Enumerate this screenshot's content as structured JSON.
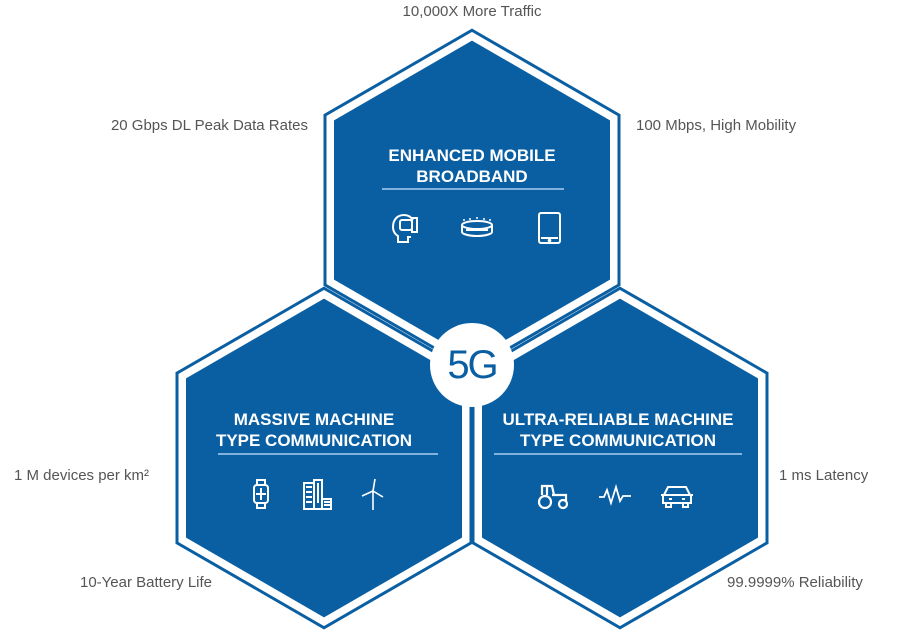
{
  "colors": {
    "brand": "#0a5fa3",
    "accent_line": "#7fb2dc",
    "label_text": "#555555"
  },
  "center_label": "5G",
  "hexagons": [
    {
      "title_line1": "ENHANCED MOBILE",
      "title_line2": "BROADBAND",
      "icons": [
        "vr-headset-icon",
        "stadium-icon",
        "tablet-icon"
      ]
    },
    {
      "title_line1": "MASSIVE MACHINE",
      "title_line2": "TYPE COMMUNICATION",
      "icons": [
        "smartwatch-icon",
        "buildings-icon",
        "wind-turbine-icon"
      ]
    },
    {
      "title_line1": "ULTRA-RELIABLE MACHINE",
      "title_line2": "TYPE COMMUNICATION",
      "icons": [
        "tractor-icon",
        "heartbeat-icon",
        "car-icon"
      ]
    }
  ],
  "labels": {
    "top": "10,000X More Traffic",
    "upper_left": "20 Gbps DL Peak Data Rates",
    "upper_right": "100 Mbps, High Mobility",
    "mid_left": "1 M devices per km²",
    "mid_right": "1 ms Latency",
    "lower_left": "10-Year Battery Life",
    "lower_right": "99.9999% Reliability"
  }
}
